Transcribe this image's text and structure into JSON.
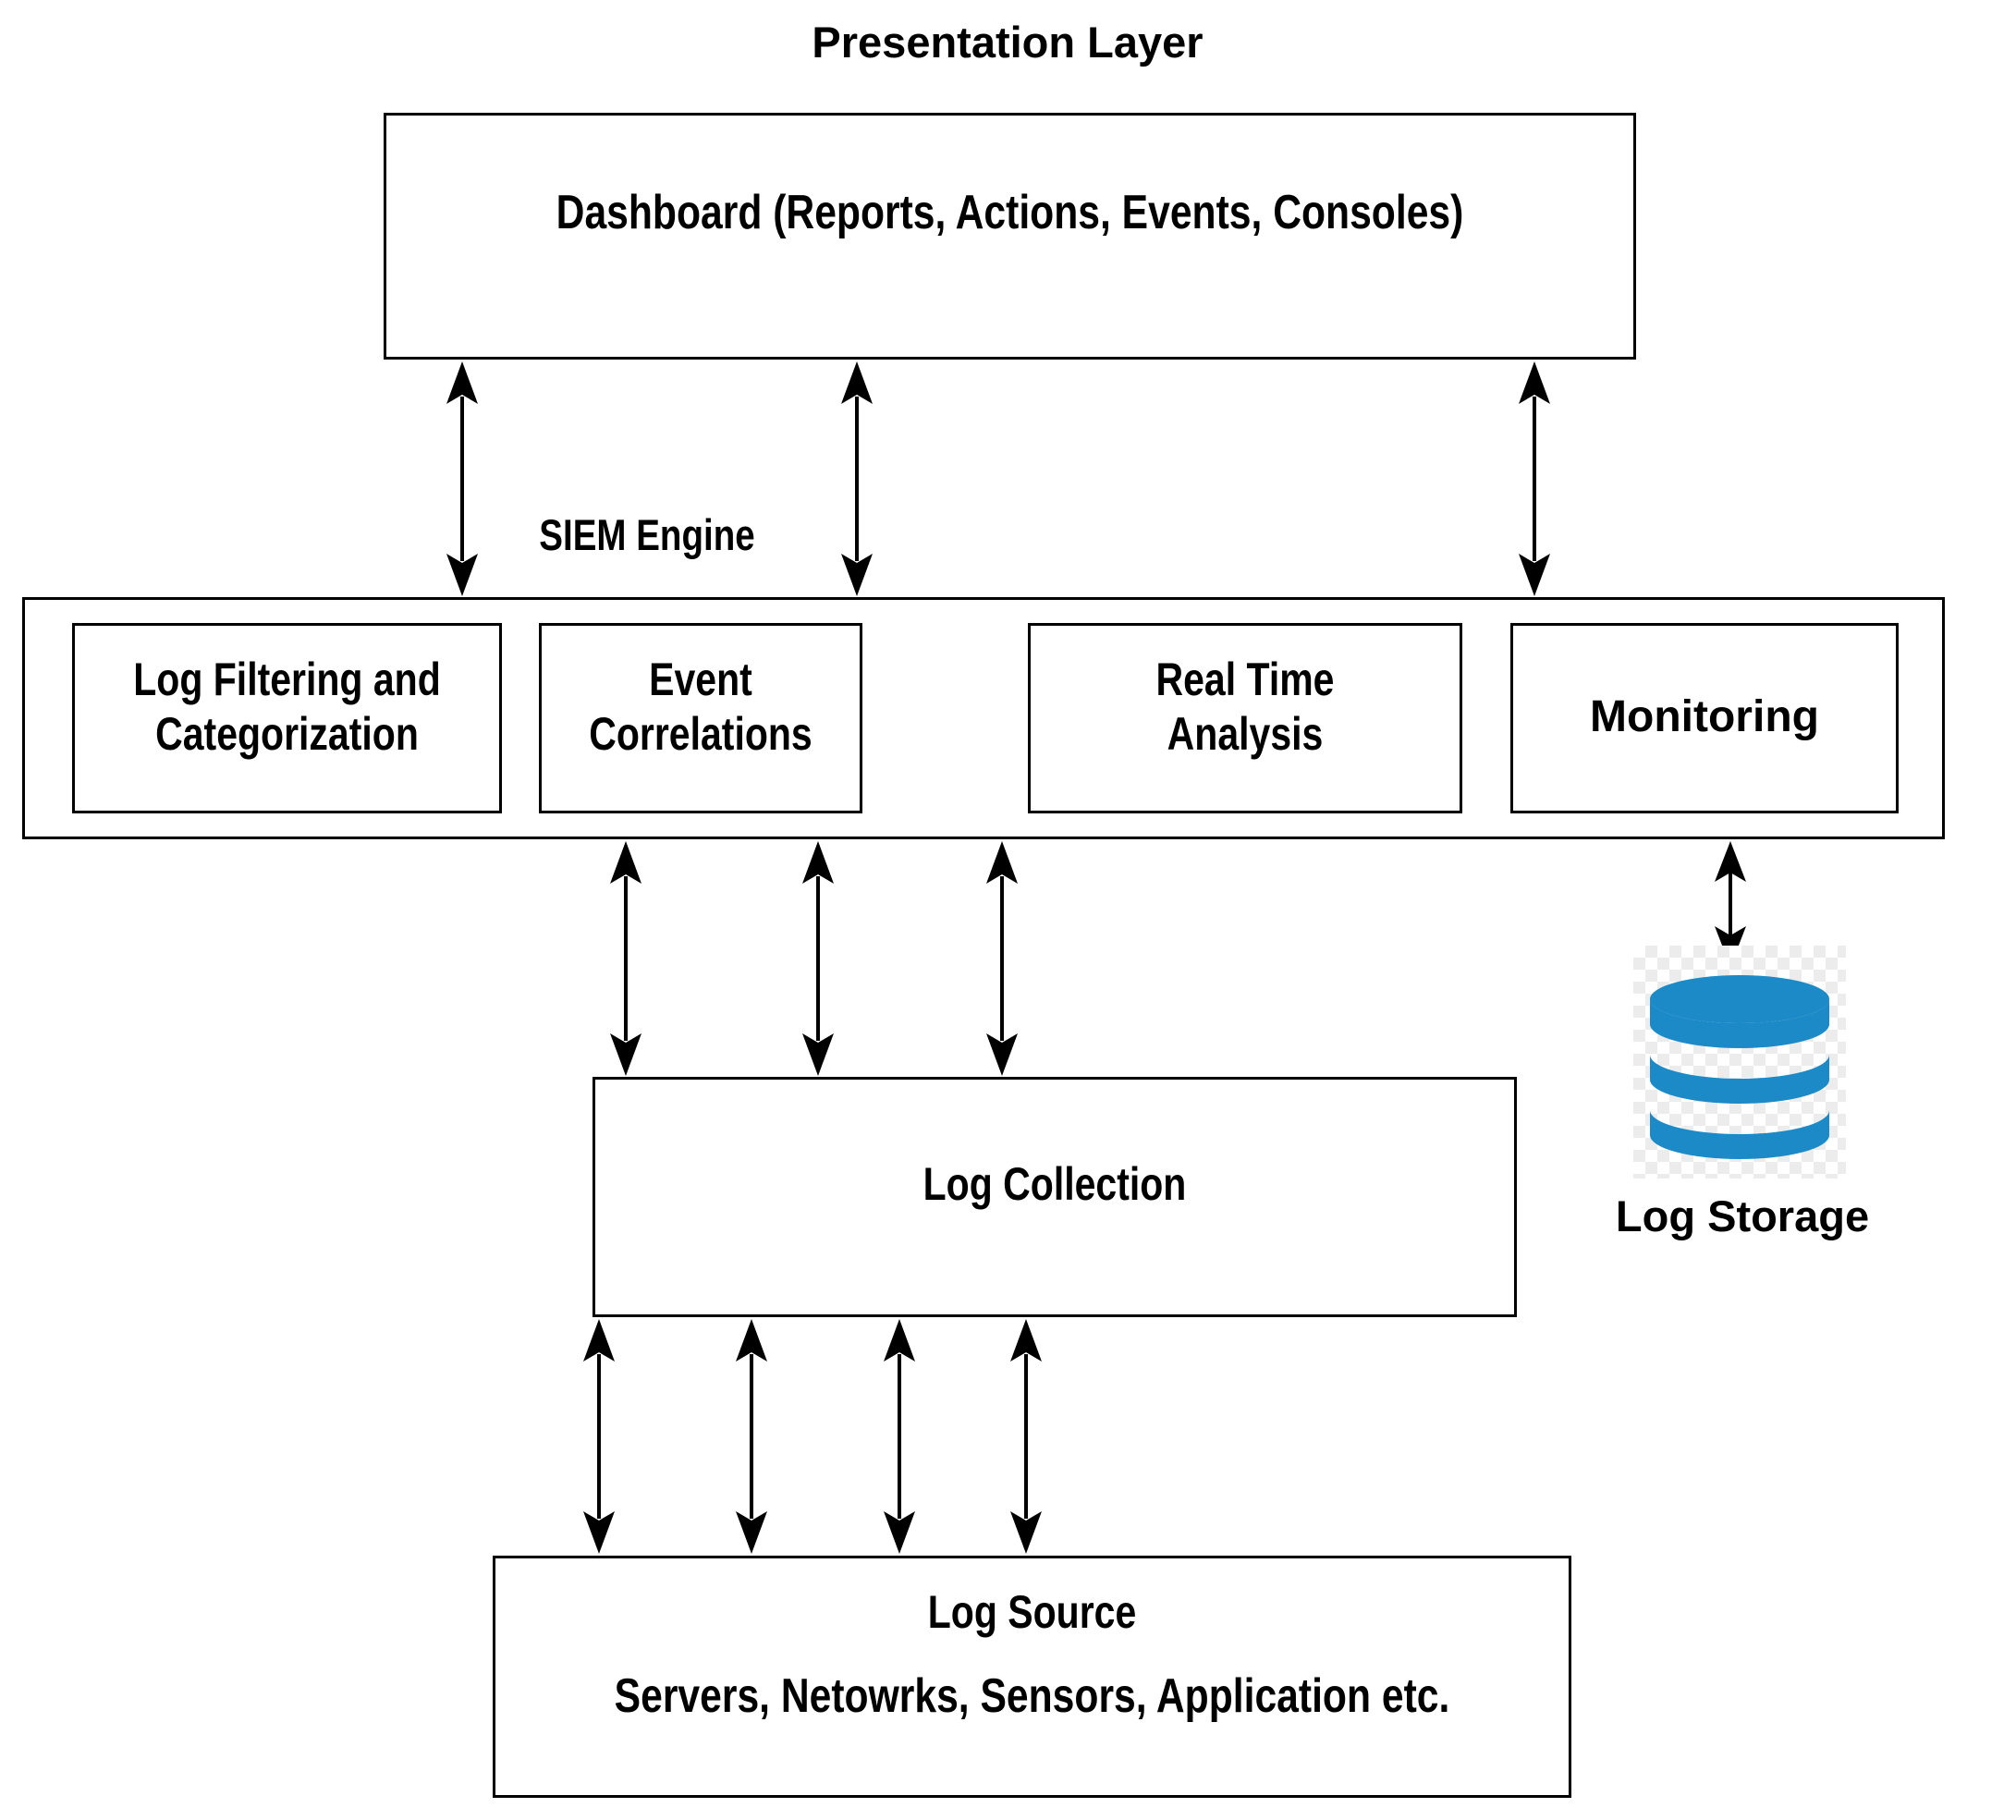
{
  "diagram": {
    "title": "Presentation Layer",
    "siem_engine_label": "SIEM Engine",
    "dashboard": {
      "label": "Dashboard (Reports, Actions, Events, Consoles)"
    },
    "siem_modules": [
      {
        "label": "Log Filtering and\nCategorization",
        "name": "log-filtering-and-categorization"
      },
      {
        "label": "Event\nCorrelations",
        "name": "event-correlations"
      },
      {
        "label": "Real Time\nAnalysis",
        "name": "real-time-analysis"
      },
      {
        "label": "Monitoring",
        "name": "monitoring"
      }
    ],
    "log_collection": {
      "label": "Log Collection"
    },
    "log_source": {
      "title": "Log Source",
      "detail": "Servers, Netowrks, Sensors, Application etc."
    },
    "log_storage": {
      "label": "Log Storage",
      "icon": "database-cylinder-icon",
      "color": "#1b8ac6"
    },
    "colors": {
      "stroke": "#000000",
      "background": "#ffffff",
      "database_blue": "#1b8ac6",
      "checker_gray": "#ececec"
    },
    "connections": [
      {
        "from": "dashboard",
        "to": "siem-engine",
        "style": "double-arrow"
      },
      {
        "from": "dashboard",
        "to": "siem-engine",
        "style": "double-arrow"
      },
      {
        "from": "dashboard",
        "to": "siem-engine",
        "style": "double-arrow"
      },
      {
        "from": "siem-engine",
        "to": "log-collection",
        "style": "double-arrow"
      },
      {
        "from": "siem-engine",
        "to": "log-collection",
        "style": "double-arrow"
      },
      {
        "from": "siem-engine",
        "to": "log-collection",
        "style": "double-arrow"
      },
      {
        "from": "monitoring",
        "to": "log-storage",
        "style": "double-arrow"
      },
      {
        "from": "log-collection",
        "to": "log-source",
        "style": "double-arrow"
      },
      {
        "from": "log-collection",
        "to": "log-source",
        "style": "double-arrow"
      },
      {
        "from": "log-collection",
        "to": "log-source",
        "style": "double-arrow"
      },
      {
        "from": "log-collection",
        "to": "log-source",
        "style": "double-arrow"
      }
    ]
  }
}
